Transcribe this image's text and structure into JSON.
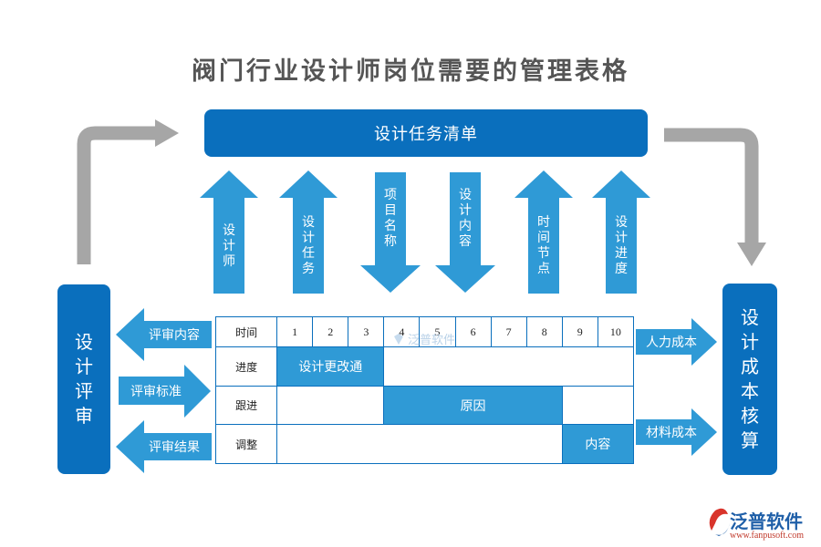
{
  "title": "阀门行业设计师岗位需要的管理表格",
  "banner": "设计任务清单",
  "left_box": "设计评审",
  "right_box": "设计成本核算",
  "vertical_arrows": [
    {
      "label": "设计师",
      "direction": "up"
    },
    {
      "label": "设计任务",
      "direction": "up"
    },
    {
      "label": "项目名称",
      "direction": "down"
    },
    {
      "label": "设计内容",
      "direction": "down"
    },
    {
      "label": "时间节点",
      "direction": "up"
    },
    {
      "label": "设计进度",
      "direction": "up"
    }
  ],
  "left_arrows": [
    {
      "label": "评审内容",
      "direction": "left"
    },
    {
      "label": "评审标准",
      "direction": "right"
    },
    {
      "label": "评审结果",
      "direction": "left"
    }
  ],
  "right_arrows": [
    {
      "label": "人力成本",
      "direction": "right"
    },
    {
      "label": "材料成本",
      "direction": "right"
    }
  ],
  "grid": {
    "header_label": "时间",
    "columns": [
      "1",
      "2",
      "3",
      "4",
      "5",
      "6",
      "7",
      "8",
      "9",
      "10"
    ],
    "rows": [
      {
        "label": "进度",
        "bar": "设计更改通"
      },
      {
        "label": "跟进",
        "bar": "原因"
      },
      {
        "label": "调整",
        "bar": "内容"
      }
    ]
  },
  "watermark": "泛普软件",
  "logo": {
    "name": "泛普软件",
    "url": "www.fanpusoft.com"
  },
  "colors": {
    "primary": "#0a6fbd",
    "secondary": "#2f9ad6",
    "connector": "#a6a6a6",
    "title": "#555555"
  }
}
